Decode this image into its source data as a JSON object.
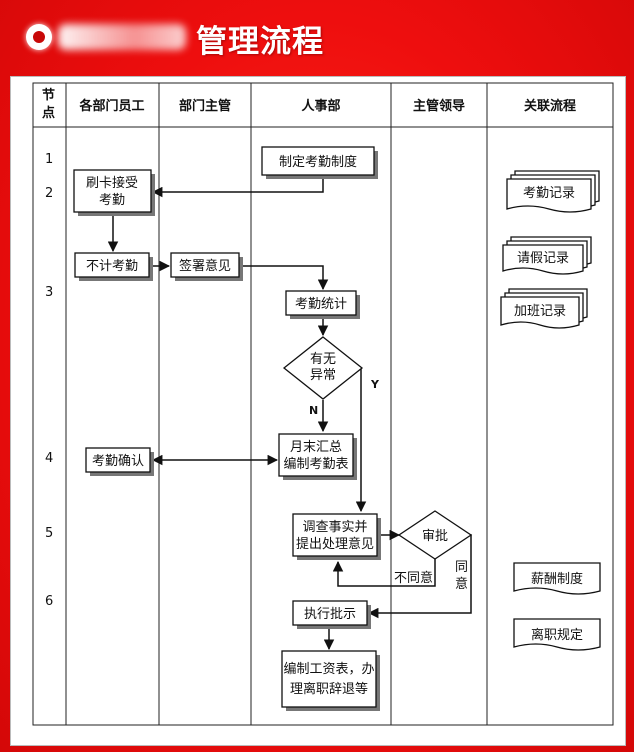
{
  "title": {
    "text": "管理流程",
    "icon": "emblem-icon"
  },
  "columns": {
    "node": "节点",
    "employee": "各部门员工",
    "dept_manager": "部门主管",
    "hr": "人事部",
    "leader": "主管领导",
    "related": "关联流程"
  },
  "node_numbers": [
    "1",
    "2",
    "3",
    "4",
    "5",
    "6"
  ],
  "steps": {
    "make_policy": "制定考勤制度",
    "swipe_card_1": "刷卡接受",
    "swipe_card_2": "考勤",
    "no_attendance": "不计考勤",
    "sign_opinion": "签署意见",
    "stats": "考勤统计",
    "abnormal_1": "有无",
    "abnormal_2": "异常",
    "confirm": "考勤确认",
    "monthly_1": "月末汇总",
    "monthly_2": "编制考勤表",
    "investigate_1": "调查事实并",
    "investigate_2": "提出处理意见",
    "approve": "审批",
    "execute": "执行批示",
    "payroll_1": "编制工资表，办",
    "payroll_2": "理离职辞退等"
  },
  "branch_labels": {
    "yes": "Y",
    "no": "N",
    "disagree": "不同意",
    "agree_1": "同",
    "agree_2": "意"
  },
  "related": {
    "attendance_record": "考勤记录",
    "leave_record": "请假记录",
    "overtime_record": "加班记录",
    "salary_policy": "薪酬制度",
    "resign_rule": "离职规定"
  },
  "colors": {
    "background": "#ee0e0e",
    "title_text": "#ffffff",
    "line": "#111111"
  }
}
